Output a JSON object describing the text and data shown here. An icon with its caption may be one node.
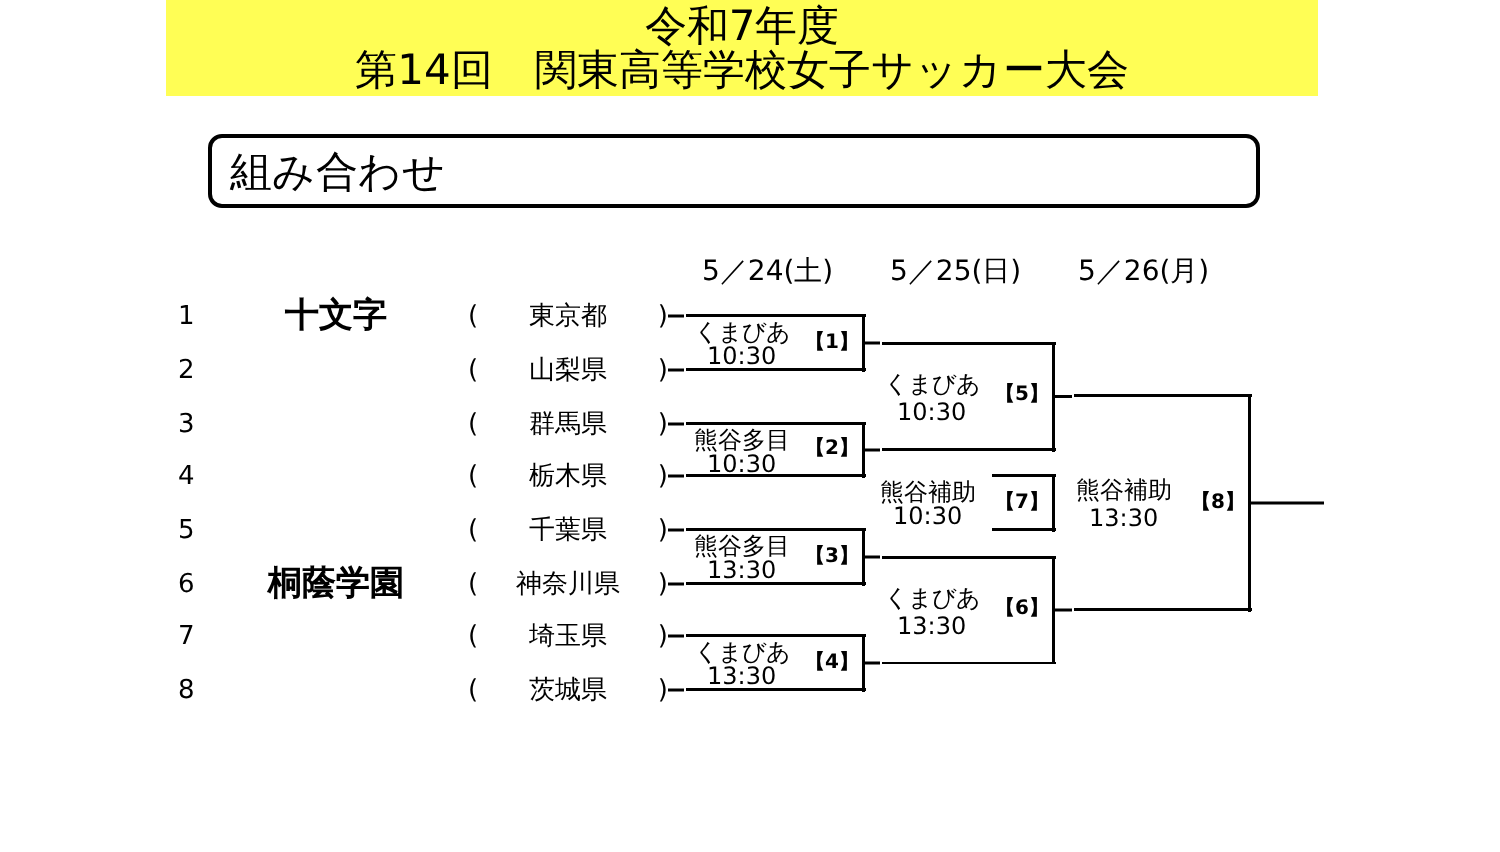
{
  "diagram": {
    "title": "令和7年度第14回　関東高等学校女子サッカー大会",
    "nodes": [
      {
        "text": [
          "組み合わせ"
        ]
      },
      {
        "text": [
          "(",
          "東京都",
          ")"
        ],
        "beside": [
          "十文字"
        ]
      },
      {
        "text": [
          "(",
          "山梨県",
          ")"
        ]
      },
      {
        "text": [
          "(",
          "群馬県",
          ")"
        ]
      },
      {
        "text": [
          "(",
          "栃木県",
          ")"
        ]
      },
      {
        "text": [
          "(",
          "千葉県",
          ")"
        ]
      },
      {
        "text": [
          "(",
          "神奈川県",
          ")"
        ],
        "beside": [
          "桐蔭学園"
        ]
      },
      {
        "text": [
          "(",
          "埼玉県",
          ")"
        ]
      },
      {
        "text": [
          "(",
          "茨城県",
          ")"
        ]
      },
      {
        "text": [
          "くまびあ",
          "10:30",
          "【1】"
        ]
      },
      {
        "text": [
          "熊谷多目",
          "10:30",
          "【2】"
        ]
      },
      {
        "text": [
          "熊谷多目",
          "13:30",
          "【3】"
        ]
      },
      {
        "text": [
          "くまびあ",
          "13:30",
          "【4】"
        ]
      },
      {
        "text": [
          "くまびあ",
          "10:30",
          "【5】"
        ]
      },
      {
        "text": [
          "くまびあ",
          "13:30",
          "【6】"
        ]
      },
      {
        "text": [
          "熊谷補助",
          "10:30",
          "【7】"
        ]
      },
      {
        "text": [
          "熊谷補助",
          "13:30",
          "【8】"
        ]
      }
    ],
    "edges": [
      {
        "from": 1,
        "to": 9,
        "arrow": "none"
      },
      {
        "from": 2,
        "to": 9,
        "arrow": "none"
      },
      {
        "from": 3,
        "to": 10,
        "arrow": "none"
      },
      {
        "from": 4,
        "to": 10,
        "arrow": "none"
      },
      {
        "from": 5,
        "to": 11,
        "arrow": "none"
      },
      {
        "from": 6,
        "to": 11,
        "arrow": "none"
      },
      {
        "from": 7,
        "to": 12,
        "arrow": "none"
      },
      {
        "from": 8,
        "to": 12,
        "arrow": "none"
      },
      {
        "from": 9,
        "to": 13,
        "arrow": "none"
      },
      {
        "from": 10,
        "to": 13,
        "arrow": "none"
      },
      {
        "from": 11,
        "to": 14,
        "arrow": "none"
      },
      {
        "from": 12,
        "to": 14,
        "arrow": "none"
      },
      {
        "from": 13,
        "to": 16,
        "arrow": "none"
      },
      {
        "from": 14,
        "to": 16,
        "arrow": "none"
      },
      {
        "from": 16,
        "to": null,
        "arrow": "none"
      }
    ],
    "labels": [
      "5／24(土)",
      "5／25(日)",
      "5／26(月)",
      "1",
      "2",
      "3",
      "4",
      "5",
      "6",
      "7",
      "8"
    ]
  }
}
